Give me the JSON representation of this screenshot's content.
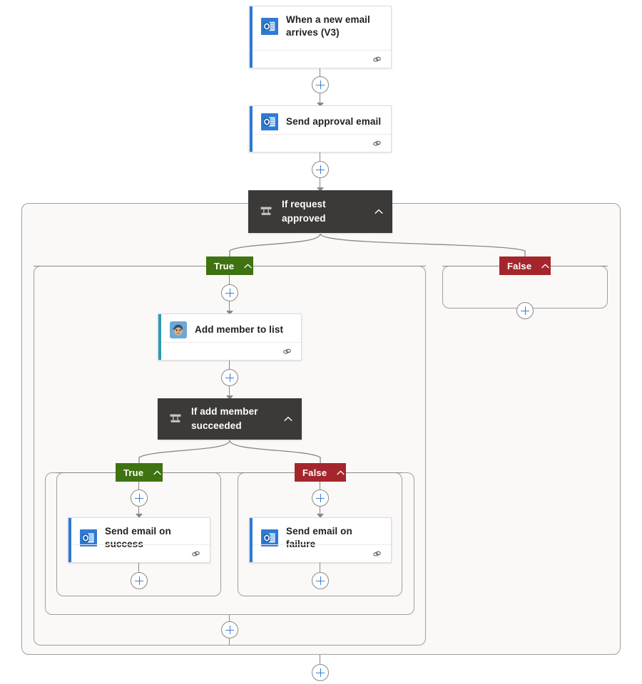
{
  "designer": {
    "name": "logic-app-designer-canvas",
    "background": "#ffffff",
    "scope_background": "#faf9f8",
    "scope_border": "#a19f9d",
    "connector_color": "#8a8886",
    "plus_color": "#3c7fd4"
  },
  "nodes": {
    "trigger": {
      "title": "When a new email arrives (V3)",
      "icon": "outlook-icon",
      "accent": "#2f7ad5",
      "footer_icon": "connection-link-icon"
    },
    "send_approval": {
      "title": "Send approval email",
      "icon": "outlook-icon",
      "accent": "#2f7ad5",
      "footer_icon": "connection-link-icon"
    },
    "if_request_approved": {
      "title": "If request approved",
      "icon": "condition-branch-icon",
      "collapse_icon": "chevron-up-icon",
      "background": "#3b3a39"
    },
    "add_member": {
      "title": "Add member to list",
      "icon": "mailchimp-icon",
      "accent": "#2a9bb5",
      "footer_icon": "connection-link-icon"
    },
    "if_add_member_succeeded": {
      "title": "If add member succeeded",
      "icon": "condition-branch-icon",
      "collapse_icon": "chevron-up-icon",
      "background": "#3b3a39"
    },
    "send_success": {
      "title": "Send email on success",
      "icon": "outlook-icon",
      "accent": "#2f7ad5",
      "footer_icon": "connection-link-icon"
    },
    "send_failure": {
      "title": "Send email on failure",
      "icon": "outlook-icon",
      "accent": "#2f7ad5",
      "footer_icon": "connection-link-icon"
    }
  },
  "branches": {
    "outer_true": {
      "label": "True",
      "color": "#3f7311",
      "collapse_icon": "chevron-up-icon"
    },
    "outer_false": {
      "label": "False",
      "color": "#a4262c",
      "collapse_icon": "chevron-up-icon"
    },
    "inner_true": {
      "label": "True",
      "color": "#3f7311",
      "collapse_icon": "chevron-up-icon"
    },
    "inner_false": {
      "label": "False",
      "color": "#a4262c",
      "collapse_icon": "chevron-up-icon"
    }
  },
  "add_buttons": {
    "after_trigger": "+",
    "after_send_approval": "+",
    "outer_true_top": "+",
    "outer_false_empty": "+",
    "after_add_member": "+",
    "inner_true_top": "+",
    "inner_false_top": "+",
    "inner_true_bottom": "+",
    "inner_false_bottom": "+",
    "outer_true_bottom": "+",
    "after_condition_scope": "+"
  }
}
